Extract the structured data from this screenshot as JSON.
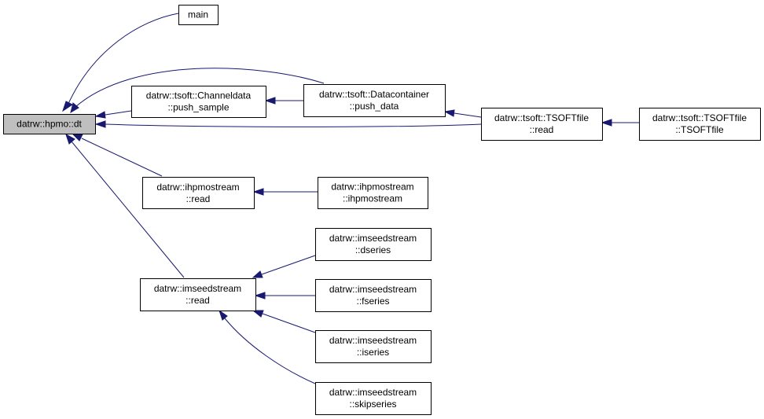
{
  "diagram": {
    "colors": {
      "edge": "#191970",
      "node_border": "#000000",
      "current_fill": "#bfbfbf",
      "node_fill": "#ffffff"
    },
    "nodes": {
      "hpmo_dt": {
        "lines": [
          "datrw::hpmo::dt"
        ],
        "current": true
      },
      "main": {
        "lines": [
          "main"
        ]
      },
      "channeldata_push_sample": {
        "lines": [
          "datrw::tsoft::Channeldata",
          "::push_sample"
        ]
      },
      "datacontainer_push_data": {
        "lines": [
          "datrw::tsoft::Datacontainer",
          "::push_data"
        ]
      },
      "tsoftfile_read": {
        "lines": [
          "datrw::tsoft::TSOFTfile",
          "::read"
        ]
      },
      "tsoftfile_ctor": {
        "lines": [
          "datrw::tsoft::TSOFTfile",
          "::TSOFTfile"
        ]
      },
      "ihpmostream_read": {
        "lines": [
          "datrw::ihpmostream",
          "::read"
        ]
      },
      "ihpmostream_ctor": {
        "lines": [
          "datrw::ihpmostream",
          "::ihpmostream"
        ]
      },
      "imseedstream_read": {
        "lines": [
          "datrw::imseedstream",
          "::read"
        ]
      },
      "imseedstream_dseries": {
        "lines": [
          "datrw::imseedstream",
          "::dseries"
        ]
      },
      "imseedstream_fseries": {
        "lines": [
          "datrw::imseedstream",
          "::fseries"
        ]
      },
      "imseedstream_iseries": {
        "lines": [
          "datrw::imseedstream",
          "::iseries"
        ]
      },
      "imseedstream_skipseries": {
        "lines": [
          "datrw::imseedstream",
          "::skipseries"
        ]
      }
    }
  }
}
